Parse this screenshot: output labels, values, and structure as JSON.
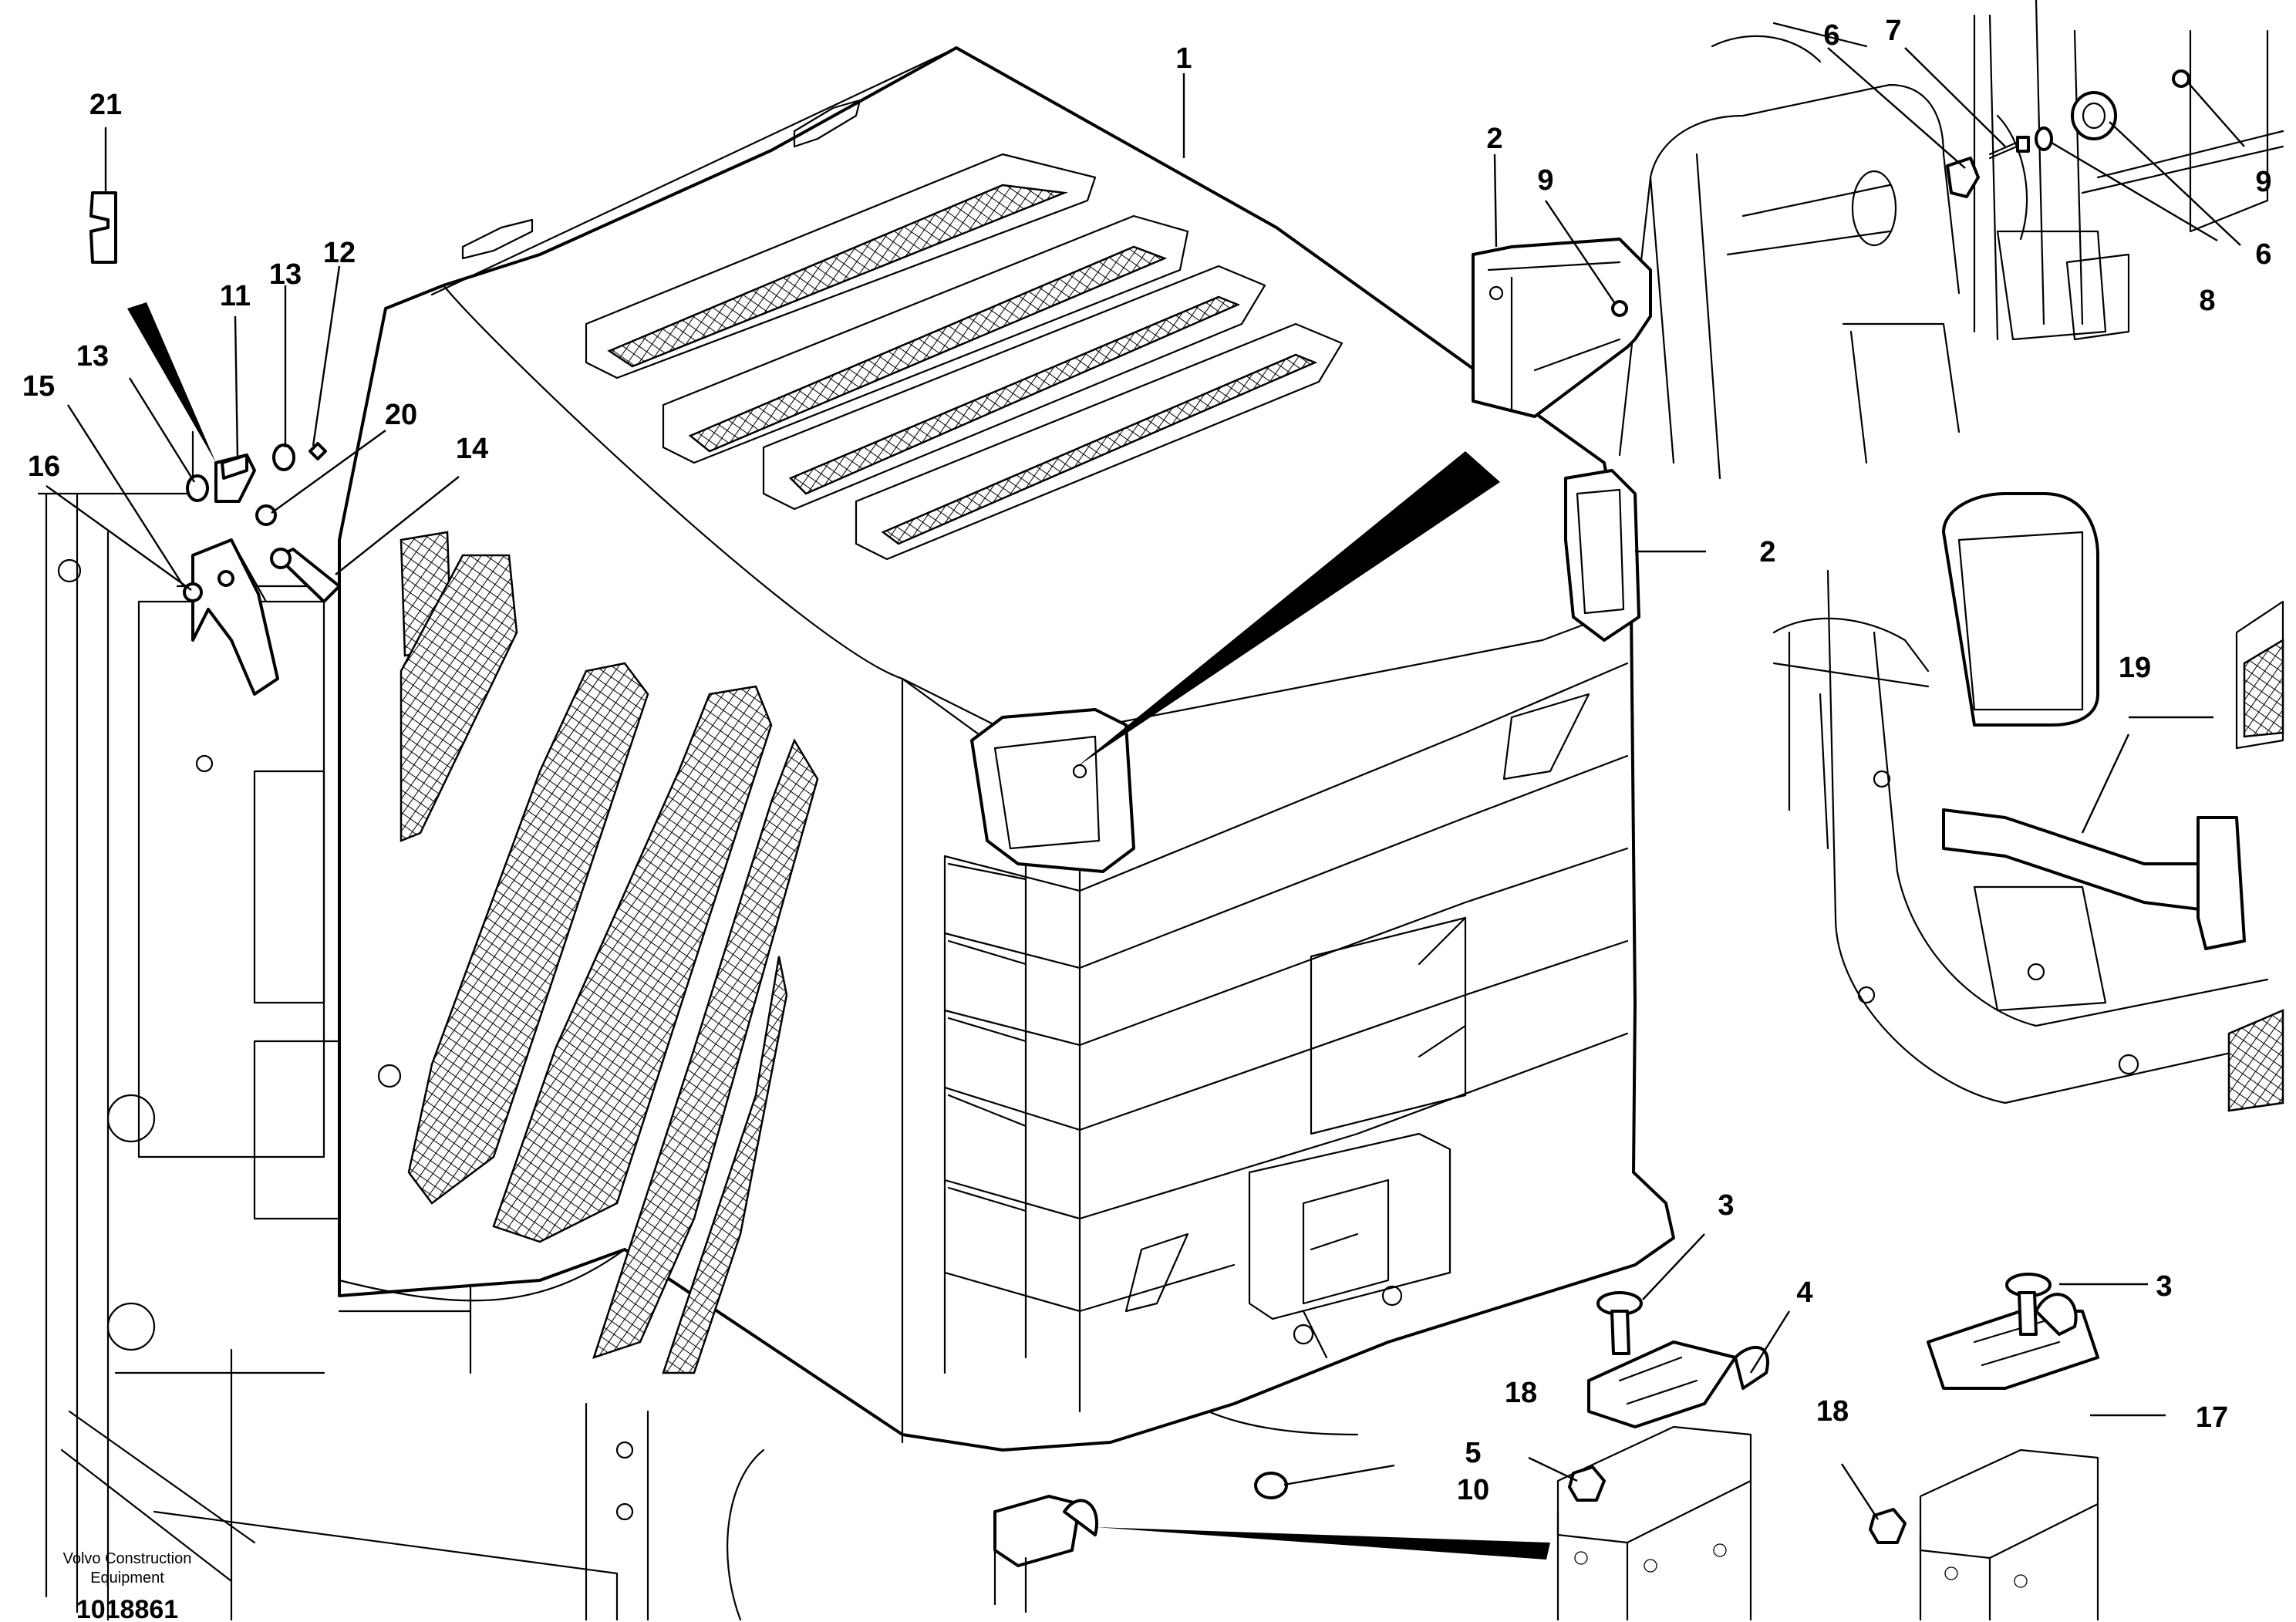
{
  "callouts": {
    "c1": "1",
    "c2a": "2",
    "c2b": "2",
    "c3a": "3",
    "c3b": "3",
    "c4": "4",
    "c5": "5",
    "c6a": "6",
    "c6b": "6",
    "c7": "7",
    "c8": "8",
    "c9a": "9",
    "c9b": "9",
    "c10": "10",
    "c11": "11",
    "c12": "12",
    "c13a": "13",
    "c13b": "13",
    "c14": "14",
    "c15": "15",
    "c16": "16",
    "c17": "17",
    "c18a": "18",
    "c18b": "18",
    "c19": "19",
    "c20": "20",
    "c21": "21"
  },
  "caption": {
    "brand_line1": "Volvo Construction",
    "brand_line2": "Equipment",
    "drawing_number": "1018861"
  }
}
